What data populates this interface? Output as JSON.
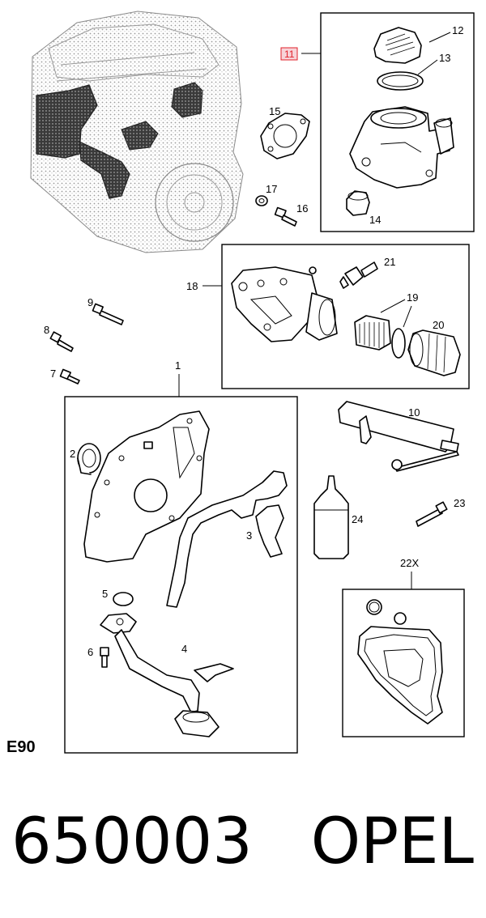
{
  "section_code": "E90",
  "footer": {
    "part_number": "650003",
    "brand": "OPEL"
  },
  "callouts": {
    "c1": "1",
    "c2": "2",
    "c3": "3",
    "c4": "4",
    "c5": "5",
    "c6": "6",
    "c7": "7",
    "c8": "8",
    "c9": "9",
    "c10": "10",
    "c11": "11",
    "c12": "12",
    "c13": "13",
    "c14": "14",
    "c15": "15",
    "c16": "16",
    "c17": "17",
    "c18": "18",
    "c19": "19",
    "c20": "20",
    "c21": "21",
    "c22x": "22X",
    "c23": "23",
    "c24": "24"
  },
  "highlight_color": "#e0202a"
}
